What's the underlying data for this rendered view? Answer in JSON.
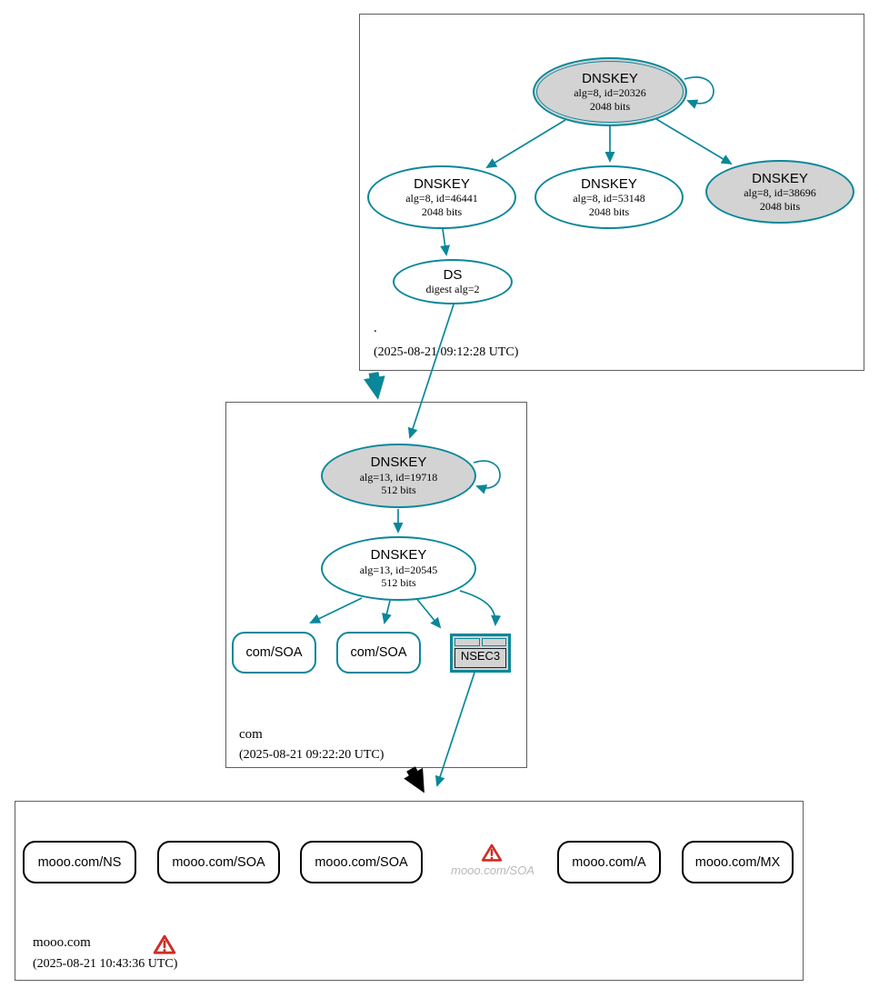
{
  "colors": {
    "secure_teal": "#0a879a",
    "node_fill_gray": "#d3d3d3",
    "warning_red": "#ce2d24",
    "muted_text_gray": "#b9b9b9",
    "insecure_black": "#000000",
    "zone_box_border": "#5f5f5f"
  },
  "icons": {
    "warning": "warning-triangle-icon",
    "self_loop": "self-sign-loop-arrow"
  },
  "zones": {
    "root": {
      "name": ".",
      "timestamp": "(2025-08-21 09:12:28 UTC)",
      "ksk": {
        "type": "DNSKEY",
        "detail": "alg=8, id=20326",
        "bits": "2048 bits"
      },
      "key46441": {
        "type": "DNSKEY",
        "detail": "alg=8, id=46441",
        "bits": "2048 bits"
      },
      "key53148": {
        "type": "DNSKEY",
        "detail": "alg=8, id=53148",
        "bits": "2048 bits"
      },
      "key38696": {
        "type": "DNSKEY",
        "detail": "alg=8, id=38696",
        "bits": "2048 bits"
      },
      "ds": {
        "type": "DS",
        "detail": "digest alg=2"
      }
    },
    "com": {
      "name": "com",
      "timestamp": "(2025-08-21 09:22:20 UTC)",
      "ksk": {
        "type": "DNSKEY",
        "detail": "alg=13, id=19718",
        "bits": "512 bits"
      },
      "zsk": {
        "type": "DNSKEY",
        "detail": "alg=13, id=20545",
        "bits": "512 bits"
      },
      "soa1": {
        "label": "com/SOA"
      },
      "soa2": {
        "label": "com/SOA"
      },
      "nsec3": {
        "label": "NSEC3"
      }
    },
    "mooo": {
      "name": "mooo.com",
      "timestamp": "(2025-08-21 10:43:36 UTC)",
      "ns": {
        "label": "mooo.com/NS"
      },
      "soa1": {
        "label": "mooo.com/SOA"
      },
      "soa2": {
        "label": "mooo.com/SOA"
      },
      "soa_warning": {
        "label": "mooo.com/SOA"
      },
      "a": {
        "label": "mooo.com/A"
      },
      "mx": {
        "label": "mooo.com/MX"
      }
    }
  }
}
